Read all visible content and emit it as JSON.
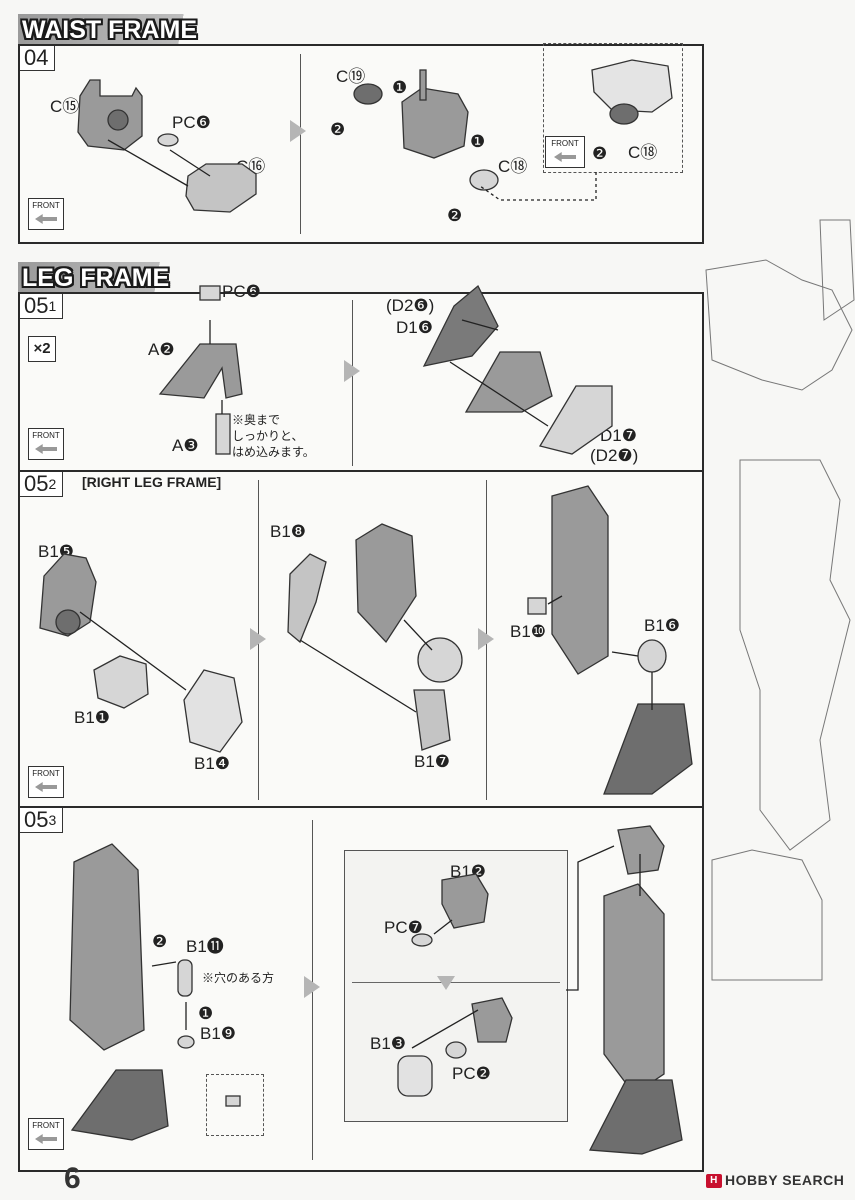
{
  "page": {
    "number": "6",
    "watermark": "HOBBY SEARCH",
    "watermark_logo": "H"
  },
  "colors": {
    "part_fill": "#9a9a9a",
    "part_dark": "#6e6e6e",
    "part_light": "#d6d6d6",
    "accent_gray": "#b5b5b5"
  },
  "waist": {
    "title": "WAIST FRAME",
    "step": "04",
    "labels": {
      "c15": "C⑮",
      "pc6": "PC❻",
      "c16": "C⑯",
      "c19": "C⑲",
      "c18": "C⑱",
      "c18b": "C⑱",
      "n1a": "❶",
      "n2a": "❷",
      "n1b": "❶",
      "n2b": "❷",
      "n2c": "❷"
    },
    "front": "FRONT",
    "front2": "FRONT"
  },
  "leg": {
    "title": "LEG FRAME",
    "step1": {
      "num": "05",
      "sub": "1"
    },
    "step2": {
      "num": "05",
      "sub": "2",
      "caption": "[RIGHT LEG FRAME]"
    },
    "step3": {
      "num": "05",
      "sub": "3"
    },
    "multiplier": "×2",
    "labels1": {
      "pc6": "PC❻",
      "a2": "A❷",
      "a3": "A❸",
      "d26": "(D2❻)",
      "d16": "D1❻",
      "d17": "D1❼",
      "d27": "(D2❼)"
    },
    "note1": [
      "※奥まで",
      "しっかりと、",
      "はめ込みます。"
    ],
    "labels2": {
      "b15": "B1❺",
      "b11": "B1❶",
      "b14": "B1❹",
      "b18": "B1❽",
      "b17": "B1❼",
      "b110": "B1❿",
      "b16": "B1❻"
    },
    "labels3": {
      "b111": "B1⓫",
      "b19": "B1❾",
      "b12": "B1❷",
      "pc7": "PC❼",
      "b13": "B1❸",
      "pc2": "PC❷",
      "n1": "❶",
      "n2": "❷"
    },
    "note3": "※穴のある方",
    "front": "FRONT"
  }
}
